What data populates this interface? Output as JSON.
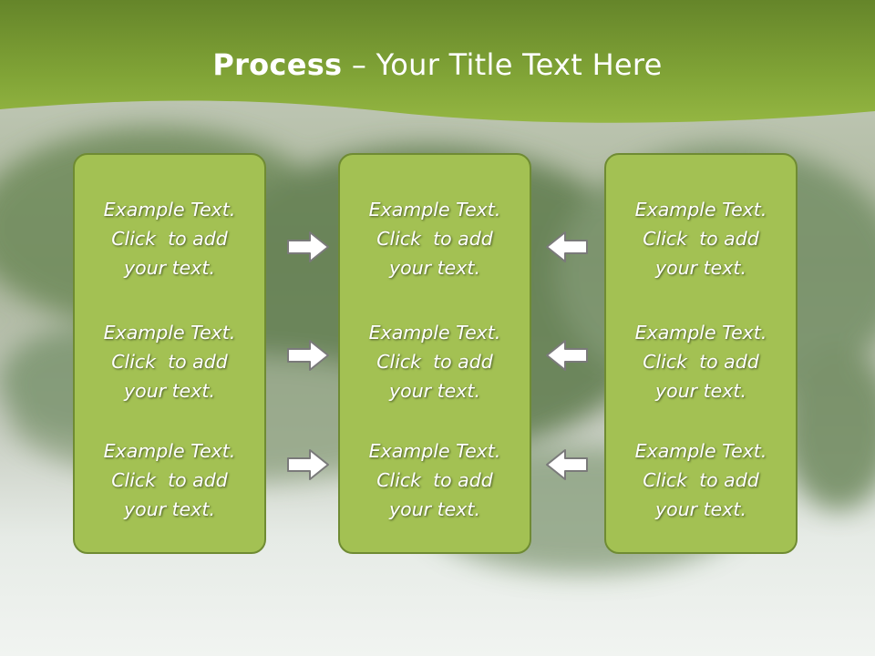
{
  "title": {
    "bold": "Process",
    "rest": " – Your Title Text Here"
  },
  "colors": {
    "header_green": "#8aad36",
    "panel_fill": "#a3c153",
    "panel_border": "#6f8b33",
    "arrow_fill": "#ffffff",
    "arrow_stroke": "#7a7a7a"
  },
  "panels": [
    {
      "items": [
        {
          "l1": "Example Text.",
          "l2": "Click  to add",
          "l3": "your text."
        },
        {
          "l1": "Example Text.",
          "l2": "Click  to add",
          "l3": "your text."
        },
        {
          "l1": "Example Text.",
          "l2": "Click  to add",
          "l3": "your text."
        }
      ]
    },
    {
      "items": [
        {
          "l1": "Example Text.",
          "l2": "Click  to add",
          "l3": "your text."
        },
        {
          "l1": "Example Text.",
          "l2": "Click  to add",
          "l3": "your text."
        },
        {
          "l1": "Example Text.",
          "l2": "Click  to add",
          "l3": "your text."
        }
      ]
    },
    {
      "items": [
        {
          "l1": "Example Text.",
          "l2": "Click  to add",
          "l3": "your text."
        },
        {
          "l1": "Example Text.",
          "l2": "Click  to add",
          "l3": "your text."
        },
        {
          "l1": "Example Text.",
          "l2": "Click  to add",
          "l3": "your text."
        }
      ]
    }
  ],
  "arrows": {
    "left_group": "right-arrow-icon",
    "right_group": "left-arrow-icon"
  }
}
